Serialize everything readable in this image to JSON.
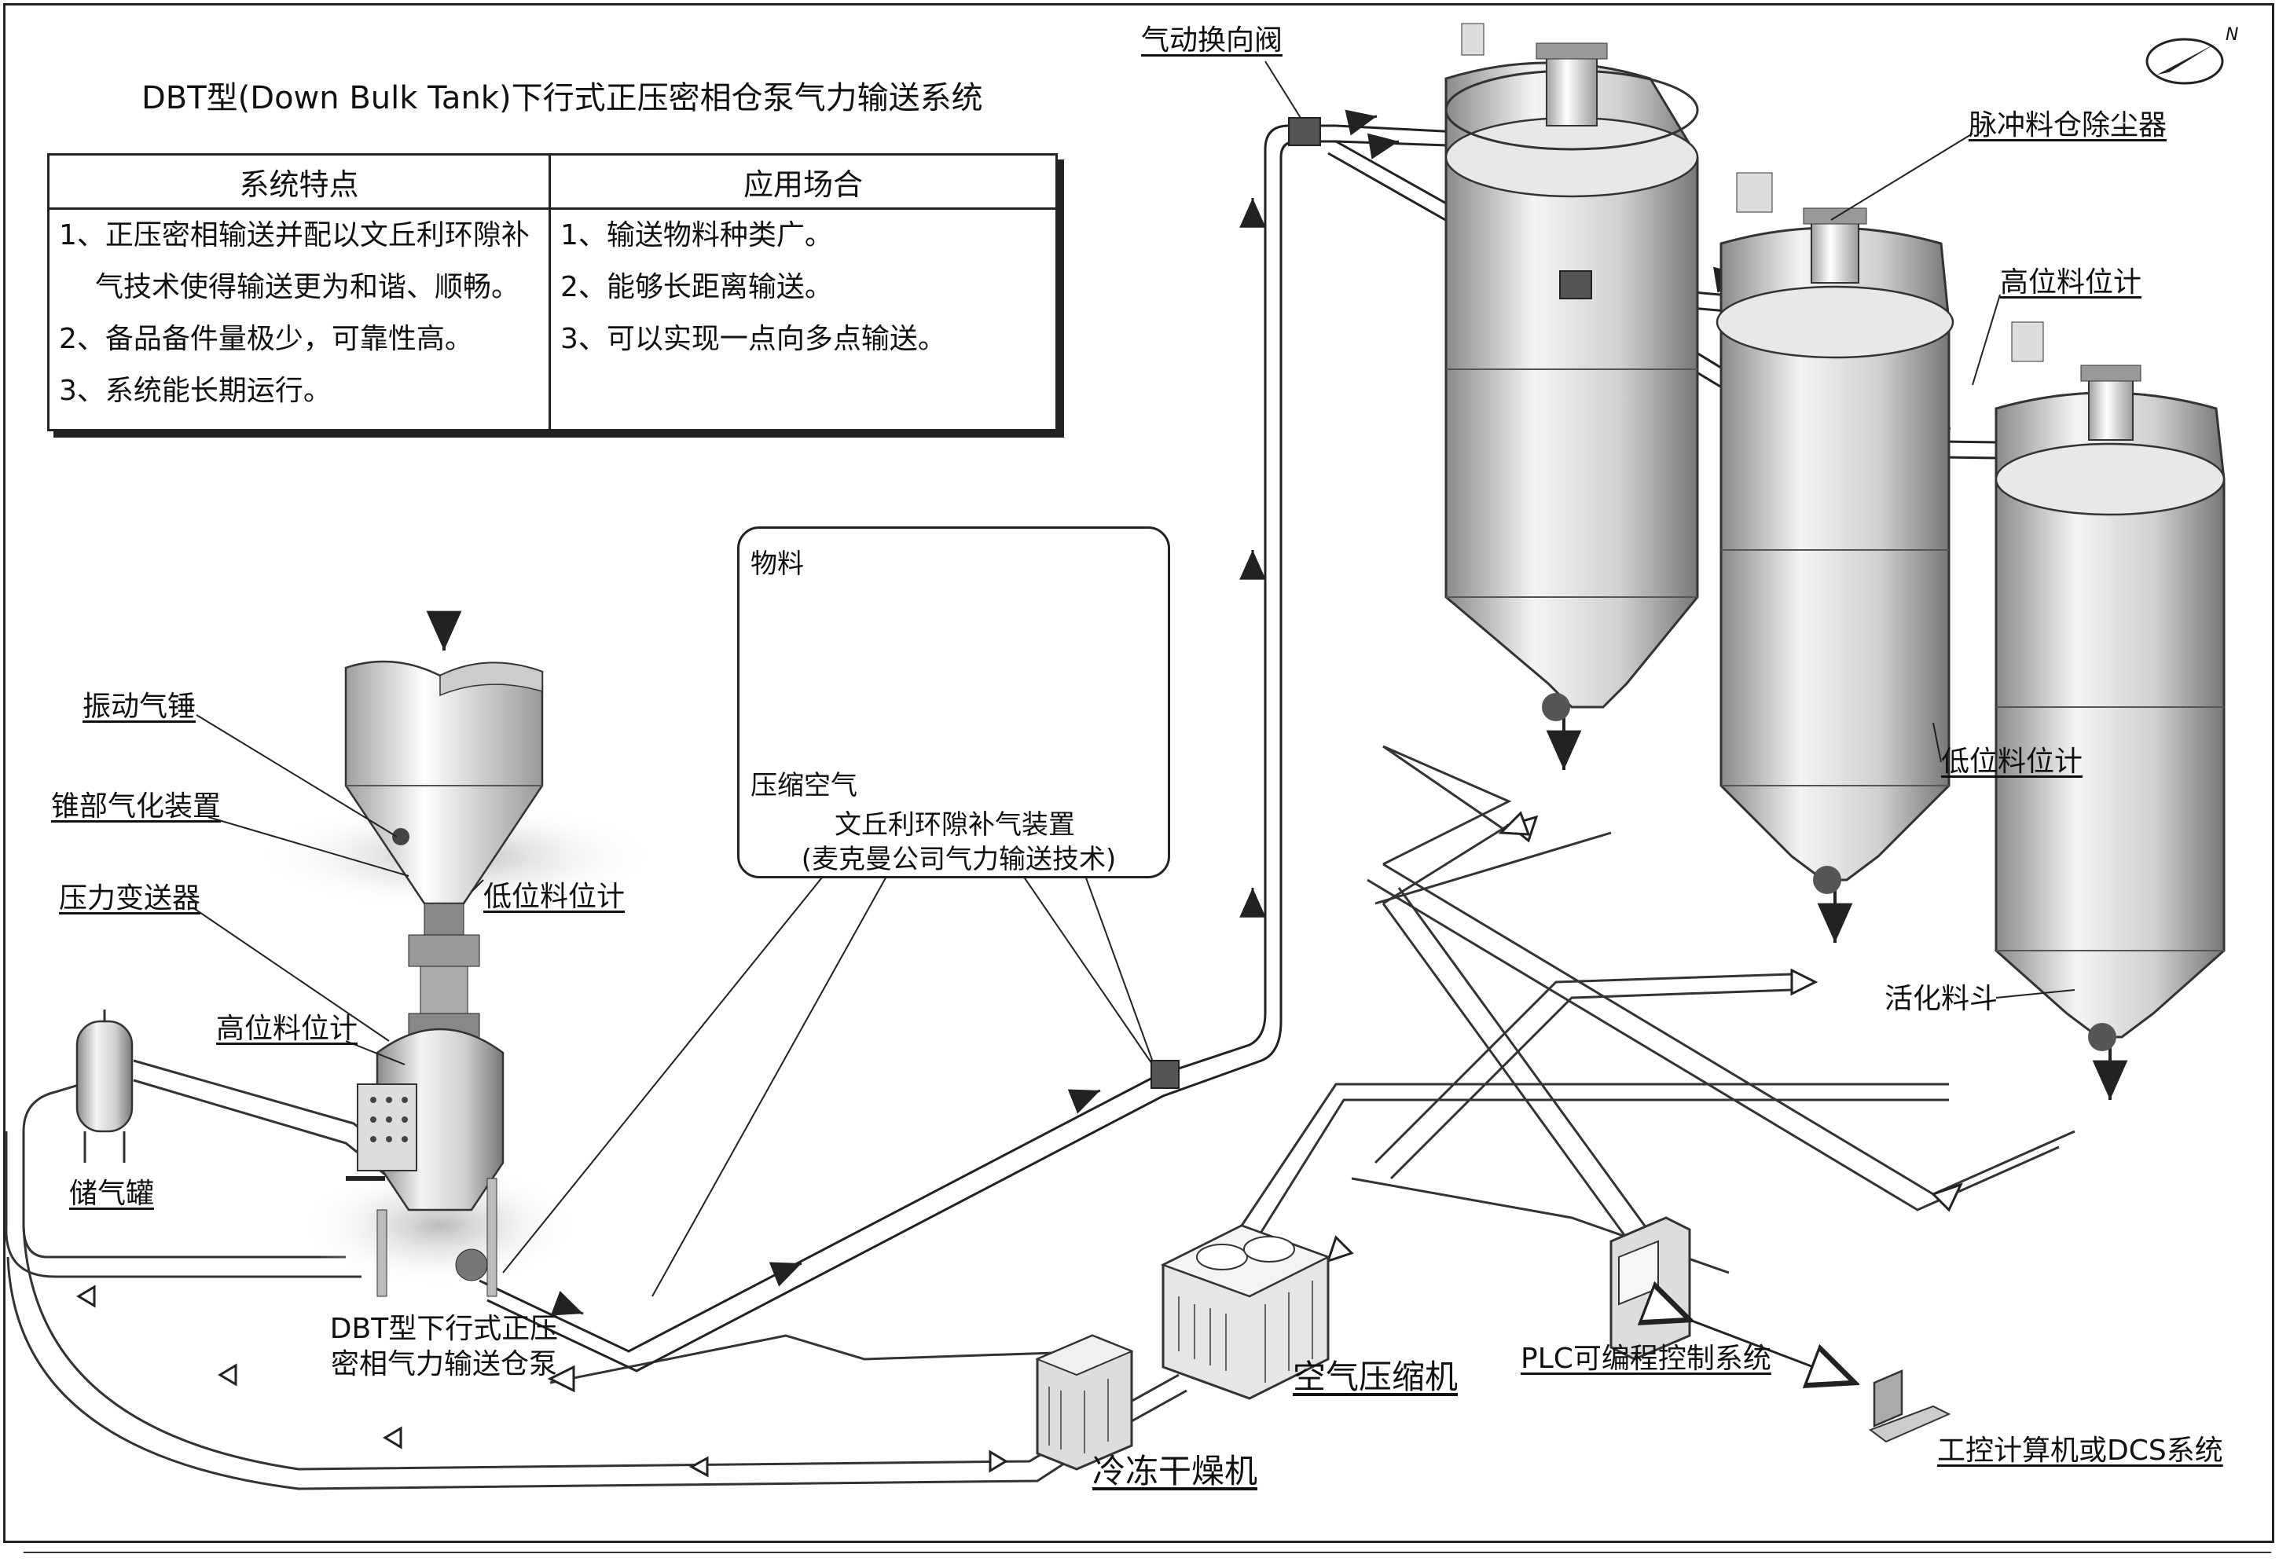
{
  "title": "DBT型(Down Bulk Tank)下行式正压密相仓泵气力输送系统",
  "table": {
    "headers": [
      "系统特点",
      "应用场合"
    ],
    "features": [
      "1、正压密相输送并配以文丘利环隙补",
      "气技术使得输送更为和谐、顺畅。",
      "2、备品备件量极少，可靠性高。",
      "3、系统能长期运行。"
    ],
    "applications": [
      "1、输送物料种类广。",
      "2、能够长距离输送。",
      "3、可以实现一点向多点输送。"
    ]
  },
  "venturi": {
    "material_label": "物料",
    "air_label": "压缩空气",
    "caption_line1": "文丘利环隙补气装置",
    "caption_line2": "(麦克曼公司气力输送技术)"
  },
  "labels": {
    "vibration_hammer": "振动气锤",
    "cone_aerator": "锥部气化装置",
    "pressure_transmitter": "压力变送器",
    "high_level_gauge": "高位料位计",
    "low_level_gauge": "低位料位计",
    "air_tank": "储气罐",
    "pump_line1": "DBT型下行式正压",
    "pump_line2": "密相气力输送仓泵",
    "dryer": "冷冻干燥机",
    "compressor": "空气压缩机",
    "plc": "PLC可编程控制系统",
    "dcs": "工控计算机或DCS系统",
    "diverter_valve": "气动换向阀",
    "dust_collector": "脉冲料仓除尘器",
    "silo_high_level": "高位料位计",
    "silo_low_level": "低位料位计",
    "activation_hopper": "活化料斗",
    "north": "N"
  }
}
